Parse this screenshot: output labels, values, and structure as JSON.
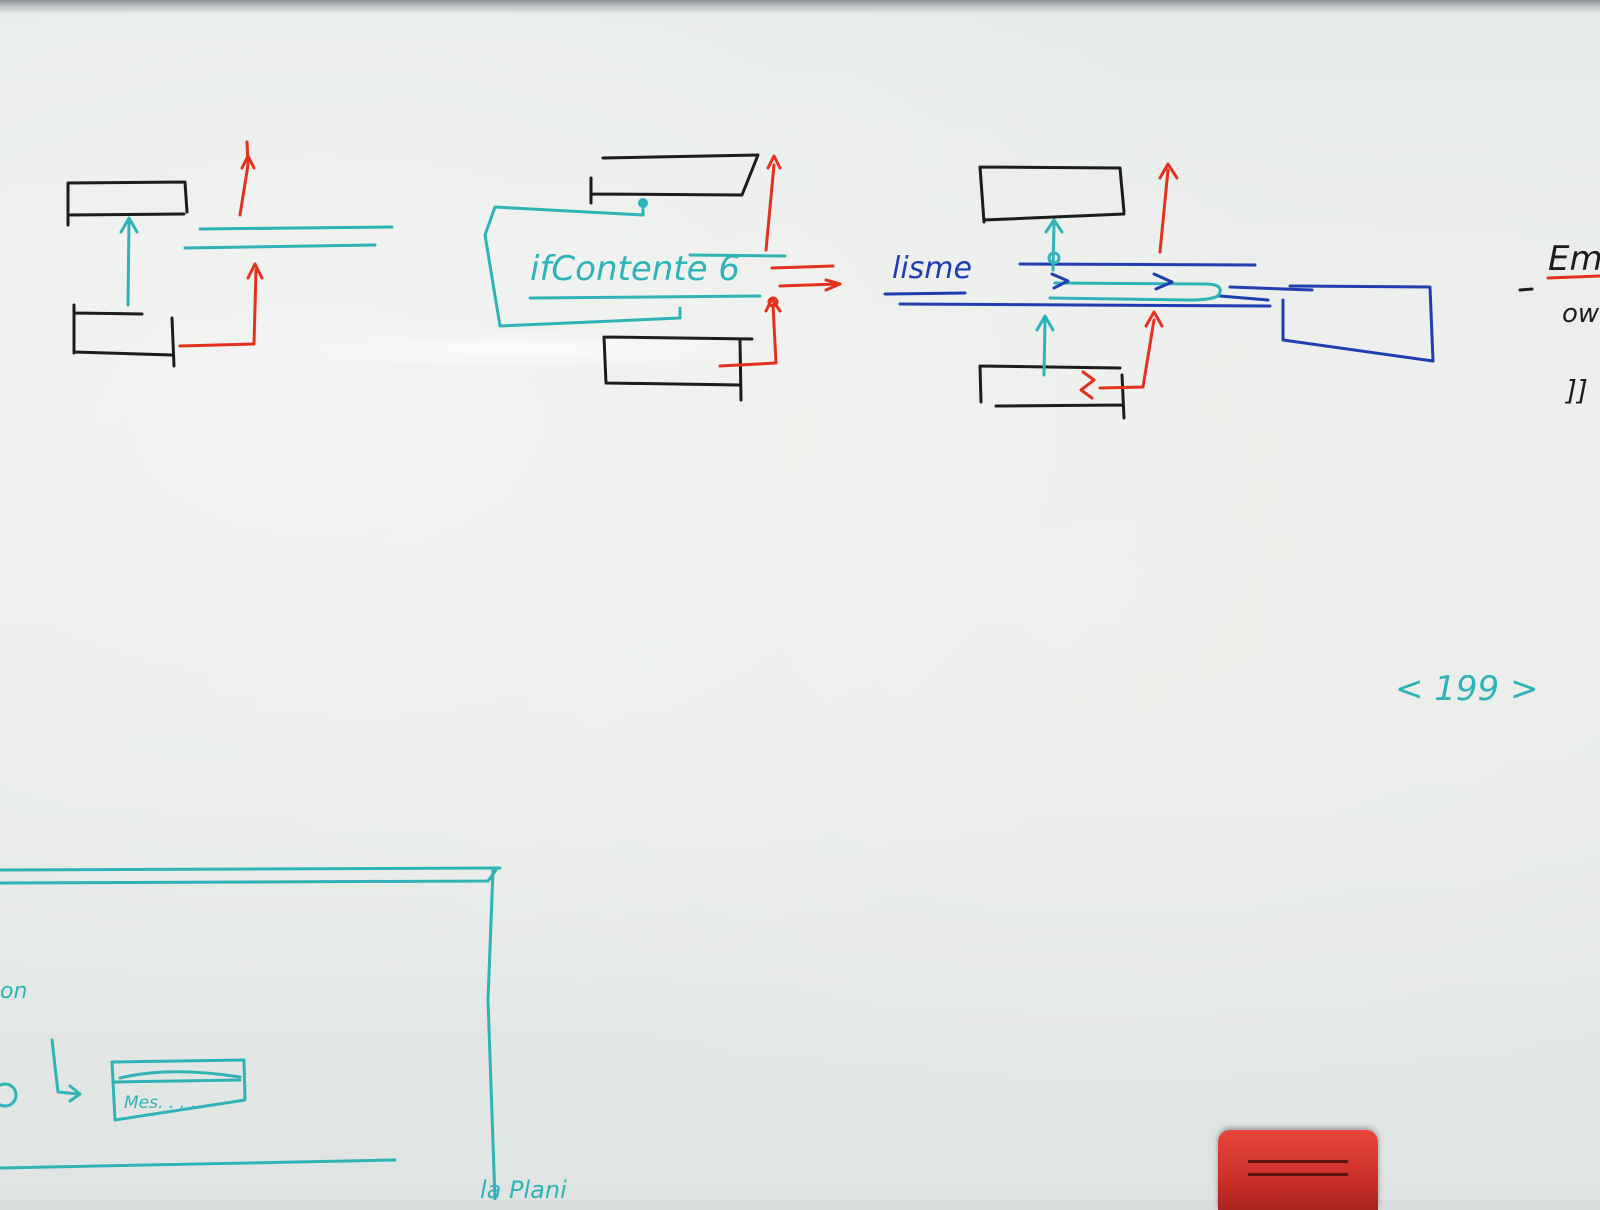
{
  "board": {
    "background": "#e9ece9",
    "ink_colors": {
      "black": "#1c1c1c",
      "teal": "#2fb3b8",
      "red": "#e2321f",
      "blue": "#1f3fb0"
    }
  },
  "labels": {
    "if_label": "ifContente 6",
    "user_label": "lisme",
    "right_edge_heading": "Em",
    "right_edge_line1": "ow",
    "right_edge_line2": "]]",
    "page_marker": "< 199 >",
    "bottom_left_side_text": "on",
    "bottom_panel_item": "Mes. . . . .",
    "bottom_edge_text": "la Plani"
  },
  "objects": {
    "eraser": "red-whiteboard-eraser"
  }
}
